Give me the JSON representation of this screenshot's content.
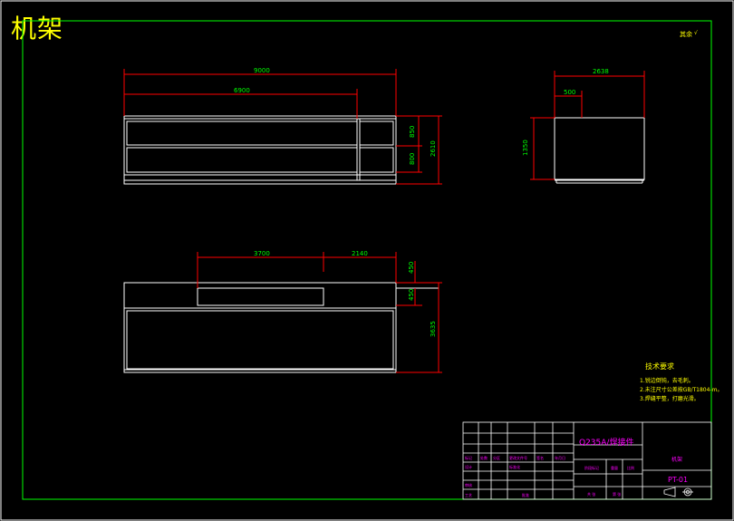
{
  "drawing": {
    "title": "机架",
    "corner_note": "其余",
    "colors": {
      "background": "#000000",
      "frame": "#00ff00",
      "outline": "#ffffff",
      "dimension": "#ff0000",
      "dim_text": "#00ff00",
      "title_text": "#ffff00",
      "magenta": "#ff00ff"
    },
    "front_view": {
      "dims": {
        "overall": "9000",
        "inner": "6900",
        "h1": "850",
        "h2": "800",
        "total_h": "2610"
      }
    },
    "side_view": {
      "dims": {
        "width": "2638",
        "step": "500",
        "height": "1350"
      }
    },
    "top_view": {
      "dims": {
        "a": "3700",
        "b": "2140",
        "c": "450",
        "d": "450",
        "e": "3635"
      }
    },
    "tech_req": {
      "heading": "技术要求",
      "lines": [
        "1.锐边倒钝，去毛刺。",
        "2.未注尺寸公差按GB/T1804-m。",
        "3.焊缝平整，打磨光滑。"
      ]
    },
    "title_block": {
      "material": "Q235A/焊接件",
      "part_name": "机架",
      "drawing_no": "PT-01",
      "cells": [
        "标记",
        "处数",
        "分区",
        "更改文件号",
        "签名",
        "年月日",
        "设计",
        "标准化",
        "审核",
        "工艺",
        "批准",
        "阶段标记",
        "重量",
        "比例",
        "共 张",
        "第 张"
      ]
    }
  }
}
